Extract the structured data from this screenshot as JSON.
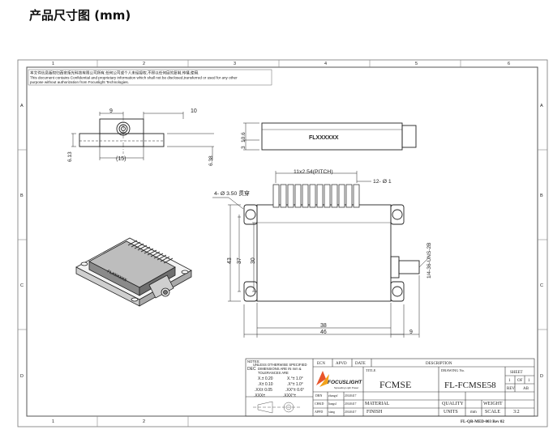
{
  "page_title": "产品尺寸图 (mm)",
  "grid": {
    "cols_top": [
      "1",
      "2",
      "3",
      "4",
      "5",
      "6"
    ],
    "cols_bottom": [
      "1",
      "2"
    ],
    "rows_left": [
      "A",
      "B",
      "C",
      "D"
    ],
    "rows_right": [
      "A",
      "B",
      "C",
      "D"
    ]
  },
  "confidential": {
    "line1": "本文件信息版权归西安炬光科技有限公司所有,任何公司或个人未经授权,不得以任何目的复制,传播,使用.",
    "line2": "This document contains Confidential and proprietary information which shall not be disclosed,transferred or used for any other",
    "line3": "purpose without authorization from Focuslight Technologies."
  },
  "dims": {
    "d9": "9",
    "d10": "10",
    "d15": "(15)",
    "d613": "6.13",
    "d638": "6.38",
    "d106": "10.6",
    "d3": "3",
    "pitch": "11x2.54(PITCH)",
    "pin_dia": "12- Ø 1",
    "hole": "4- Ø 3.50 贯穿",
    "d43": "43",
    "d37": "37",
    "d30": "30",
    "d38": "38",
    "d46": "46",
    "d9b": "9",
    "thread": "1/4-36-UNS-2B"
  },
  "labels": {
    "flx_side": "FLXXXXXX",
    "flx_iso": "FLXXXXXX"
  },
  "title_block": {
    "notes": "NOTES:",
    "unless": "UNLESS OTHERWISE SPECIFIED",
    "dec": "DEC",
    "dims_in": "DIMENSIONS ARE IN mm &",
    "tol": "TOLERANCES ARE",
    "tol_x": "X.±  0.20",
    "tol_xx": ".X±  0.10",
    "tol_xxx": ".XX±  0.05",
    "tol_xxxx": ".XXX±",
    "ang1": "X.°± 1.0°",
    "ang2": ".X°± 1.0°",
    "ang3": ".XX°± 0.6°",
    "ang4": ".XXX°±",
    "ecn": "ECN",
    "apvd": "APVD",
    "date": "DATE",
    "description": "DESCRIPTION",
    "logo": "FOCUSLIGHT",
    "logo_sub": "Spreading Light Power",
    "drn": "DRN",
    "drn_name": "zhangxf",
    "drn_date": "20140417",
    "chkd": "CHKD",
    "chkd_name": "liangxl",
    "chkd_date": "20140417",
    "appd": "APPD",
    "appd_name": "xiang",
    "appd_date": "20140417",
    "title_label": "TITLE",
    "title_value": "FCMSE",
    "drawing_no_label": "DRAWING No.",
    "drawing_no": "FL-FCMSE58",
    "sheet": "SHEET",
    "sheet_1": "1",
    "sheet_of": "OF",
    "sheet_total": "1",
    "rev": "REV",
    "rev_value": "AB",
    "material": "MATERIAL",
    "finish": "FINISH",
    "quality": "QUALITY",
    "weight": "WEIGHT",
    "units": "UNITS",
    "units_value": "mm",
    "scale": "SCALE",
    "scale_value": "3:2",
    "form_no": "FL-QR-MED-003 Rev 02"
  }
}
